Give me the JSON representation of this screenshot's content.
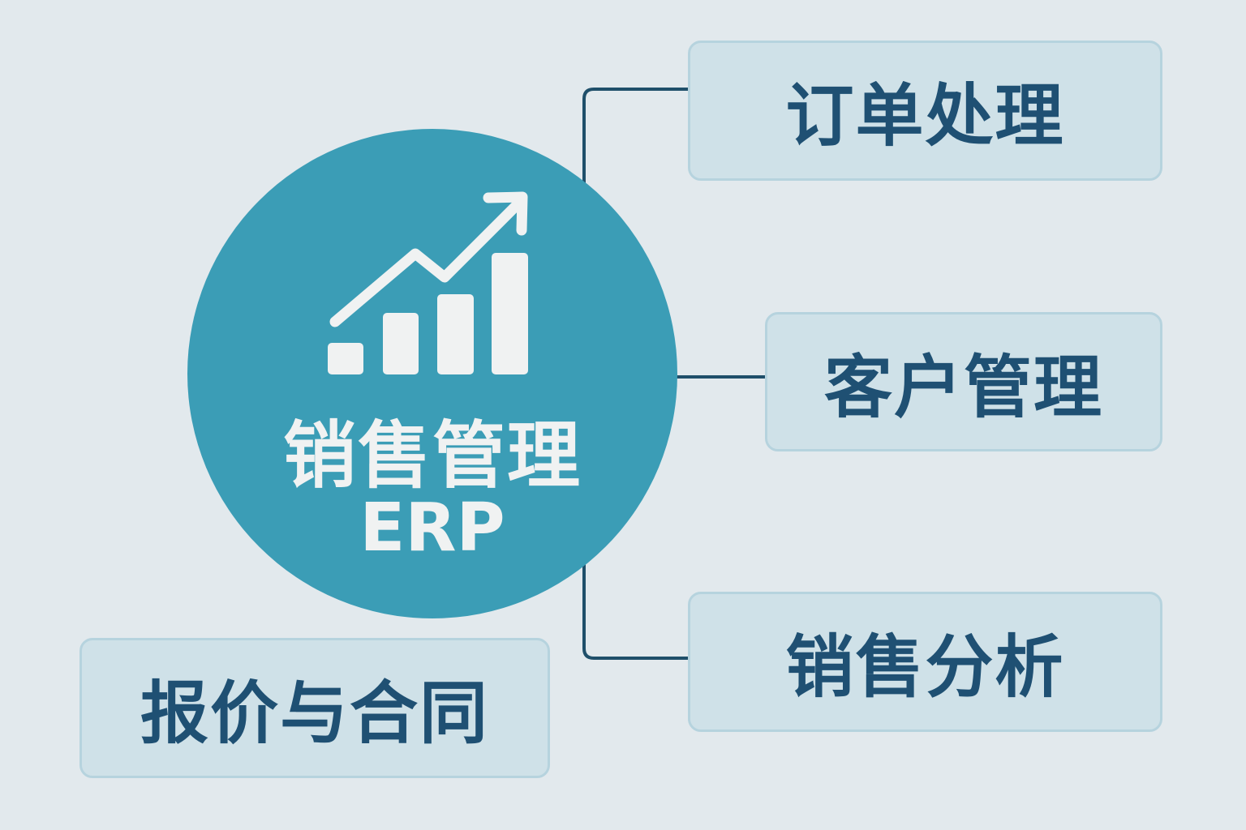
{
  "center": {
    "title": "销售管理",
    "subtitle": "ERP",
    "icon": "growth-chart-icon"
  },
  "modules": [
    {
      "label": "订单处理"
    },
    {
      "label": "客户管理"
    },
    {
      "label": "销售分析"
    },
    {
      "label": "报价与合同"
    }
  ],
  "colors": {
    "background": "#e2e9ed",
    "circle": "#3b9db6",
    "box_fill": "#cfe1e8",
    "box_border": "#b6d3de",
    "text": "#1f5073",
    "line": "#1f4f6a"
  }
}
